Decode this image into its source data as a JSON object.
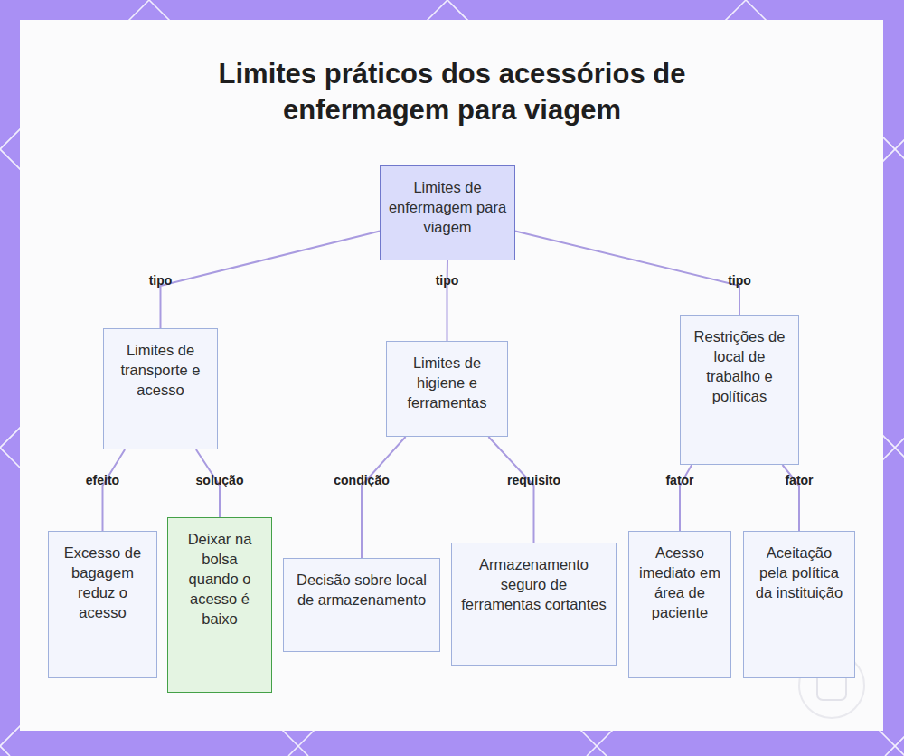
{
  "diagram": {
    "title": "Limites práticos dos acessórios de enfermagem para viagem",
    "nodes": [
      {
        "text": [
          "Limites de enfermagem para viagem"
        ]
      },
      {
        "text": [
          "Limites de transporte e acesso"
        ]
      },
      {
        "text": [
          "Limites de higiene e ferramentas"
        ]
      },
      {
        "text": [
          "Restrições de local de trabalho e políticas"
        ]
      },
      {
        "text": [
          "Excesso de bagagem reduz o acesso"
        ]
      },
      {
        "text": [
          "Deixar na bolsa quando o acesso é baixo"
        ]
      },
      {
        "text": [
          "Decisão sobre local de armazenamento"
        ]
      },
      {
        "text": [
          "Armazenamento seguro de ferramentas cortantes"
        ]
      },
      {
        "text": [
          "Acesso imediato em área de paciente"
        ]
      },
      {
        "text": [
          "Aceitação pela política da instituição"
        ]
      }
    ],
    "edges": [
      {
        "from": 0,
        "to": 1,
        "label": "tipo",
        "arrow": "none"
      },
      {
        "from": 0,
        "to": 2,
        "label": "tipo",
        "arrow": "none"
      },
      {
        "from": 0,
        "to": 3,
        "label": "tipo",
        "arrow": "none"
      },
      {
        "from": 1,
        "to": 4,
        "label": "efeito",
        "arrow": "none"
      },
      {
        "from": 1,
        "to": 5,
        "label": "solução",
        "arrow": "none"
      },
      {
        "from": 2,
        "to": 6,
        "label": "condição",
        "arrow": "none"
      },
      {
        "from": 2,
        "to": 7,
        "label": "requisito",
        "arrow": "none"
      },
      {
        "from": 3,
        "to": 8,
        "label": "fator",
        "arrow": "none"
      },
      {
        "from": 3,
        "to": 9,
        "label": "fator",
        "arrow": "none"
      }
    ]
  }
}
